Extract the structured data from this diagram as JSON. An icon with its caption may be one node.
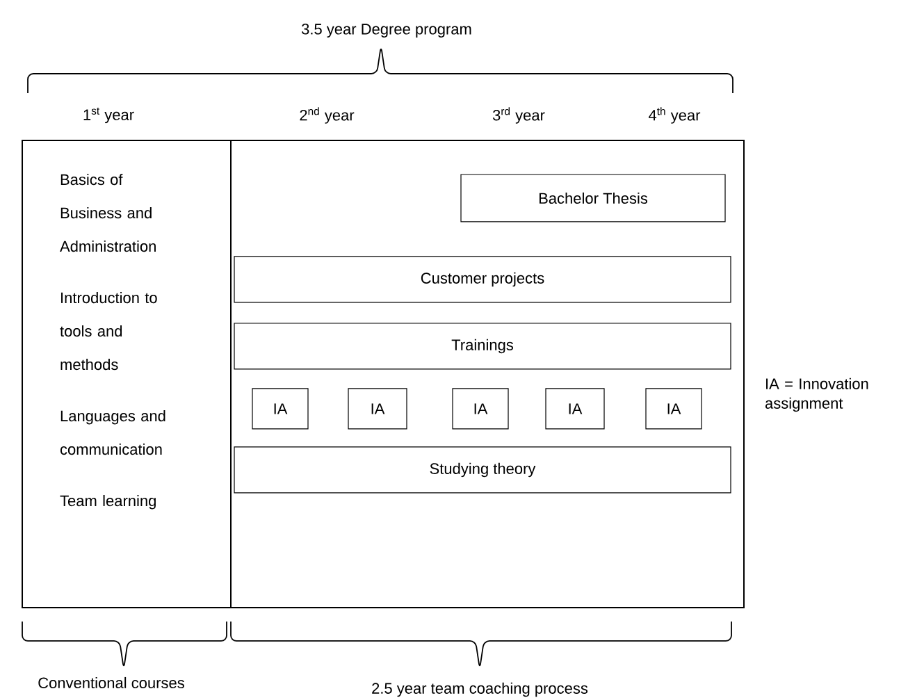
{
  "diagram": {
    "nodes": [
      {
        "text": [
          "Basics of Business and Administration",
          "Introduction to tools and methods",
          "Languages and communication",
          "Team learning"
        ]
      },
      {
        "text": [],
        "shape": "box"
      },
      {
        "text": [
          "Bachelor Thesis"
        ],
        "in": 1
      },
      {
        "text": [
          "Customer projects"
        ],
        "in": 1
      },
      {
        "text": [
          "Trainings"
        ],
        "in": 1
      },
      {
        "text": [
          "IA"
        ],
        "in": 1
      },
      {
        "text": [
          "IA"
        ],
        "in": 1
      },
      {
        "text": [
          "IA"
        ],
        "in": 1
      },
      {
        "text": [
          "IA"
        ],
        "in": 1
      },
      {
        "text": [
          "IA"
        ],
        "in": 1
      },
      {
        "text": [
          "Studying theory"
        ],
        "in": 1
      }
    ],
    "edges": [],
    "labels": [
      "3.5 year Degree program",
      "1$^{st}$ year",
      "2$^{nd}$ year",
      "3$^{rd}$ year",
      "4$^{th}$ year",
      "IA = Innovation assignment",
      "Conventional courses",
      "2.5 year team coaching process"
    ]
  }
}
